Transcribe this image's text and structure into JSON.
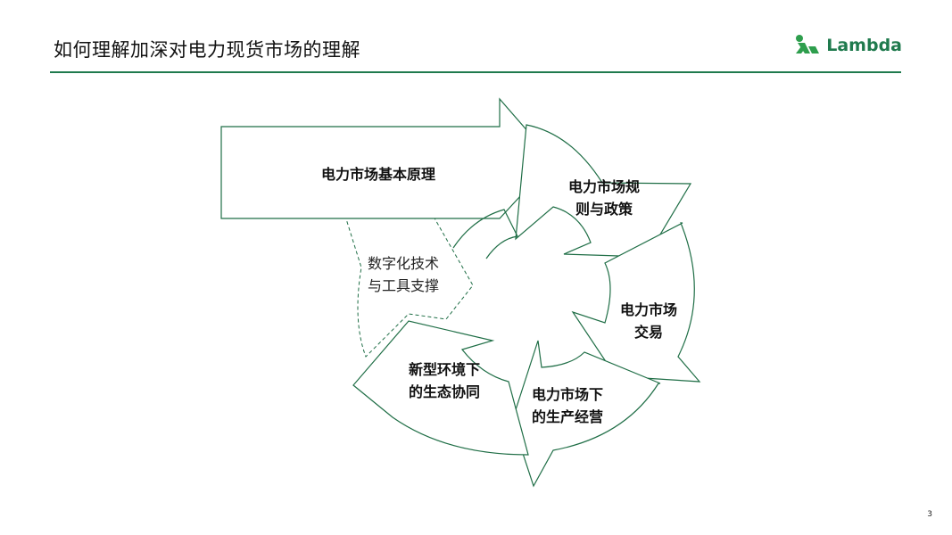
{
  "header": {
    "title": "如何理解加深对电力现货市场的理解",
    "logo_text": "Lambda"
  },
  "diagram": {
    "main_arrow_label": "电力市场基本原理",
    "segments": [
      {
        "lines": [
          "电力市场规",
          "则与政策"
        ]
      },
      {
        "lines": [
          "电力市场",
          "交易"
        ]
      },
      {
        "lines": [
          "电力市场下",
          "的生产经营"
        ]
      },
      {
        "lines": [
          "新型环境下",
          "的生态协同"
        ]
      },
      {
        "lines": [
          "数字化技术",
          "与工具支撑"
        ]
      }
    ]
  },
  "colors": {
    "accent": "#1f7a4d",
    "stroke": "#1f6e46"
  },
  "footer": {
    "page_number": "3"
  }
}
